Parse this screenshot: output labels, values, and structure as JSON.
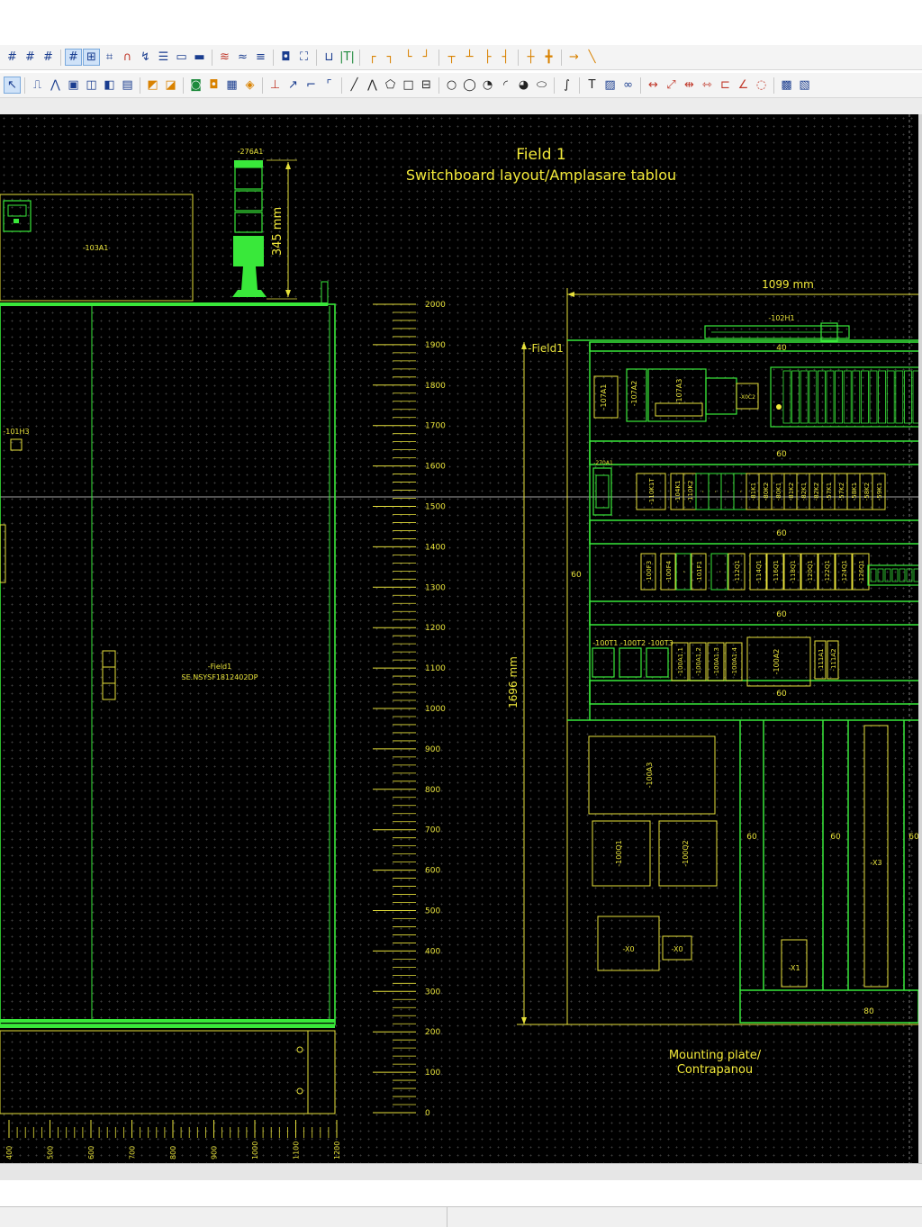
{
  "drawing": {
    "title": "Field 1",
    "subtitle": "Switchboard layout/Amplasare tablou",
    "mounting_plate_line1": "Mounting plate/",
    "mounting_plate_line2": "Contrapanou",
    "dim_width": "1099 mm",
    "dim_height": "1696 mm",
    "dim_light": "345 mm",
    "field_label": "-Field1",
    "enclosure_name": "-Field1",
    "enclosure_part": "SE.NSYSF1812402DP",
    "tag_276a1": "-276A1",
    "tag_103a1": "-103A1",
    "tag_101h3": "-101H3",
    "tag_102h1": "-102H1",
    "tag_107a1": "-107A1",
    "tag_107a2": "-107A2",
    "tag_107a3": "-107A3",
    "tag_x0c2": "-X0C2",
    "tag_270a1": "-270A1",
    "tag_100t": "-100T1 -100T2 -100T3",
    "tag_100a3": "-100A3",
    "tag_100q1": "-100Q1",
    "tag_100q2": "-100Q2",
    "tag_x0_a": "-X0",
    "tag_x0_b": "-X0",
    "tag_x1": "-X1",
    "tag_x3": "-X3",
    "tag_100a2": "-100A2",
    "duct_labels": [
      "40",
      "60",
      "60",
      "60",
      "60"
    ],
    "duct_side": "60",
    "vduct_labels": [
      "60",
      "60",
      "60"
    ],
    "bottom_duct": "80",
    "relays": [
      "-110K1T",
      "-104K1",
      "-110K2",
      "-",
      "-",
      "-",
      "-",
      "-81K1",
      "-80K2",
      "-80K1",
      "-81K2",
      "-82K1",
      "-82K2",
      "-57K1",
      "-57K2",
      "-58K1",
      "-58K2",
      "-59K1"
    ],
    "breakers": [
      "-100F3",
      "-100F4",
      "-",
      "-101F1",
      "-",
      "-112Q1",
      "-114Q1",
      "-116Q1",
      "-118Q1",
      "-120Q1",
      "-122Q1",
      "-124Q1",
      "-126Q1"
    ],
    "modules": [
      "-100A1.1",
      "-100A1.2",
      "-100A1.3",
      "-100A1.4"
    ],
    "right_modules": [
      "-111A1",
      "-111A2"
    ],
    "ruler_v": [
      "2000",
      "1900",
      "1800",
      "1700",
      "1600",
      "1500",
      "1400",
      "1300",
      "1200",
      "1100",
      "1000",
      "900",
      "800",
      "700",
      "600",
      "500",
      "400",
      "300",
      "200",
      "100",
      "0"
    ],
    "ruler_h": [
      "400",
      "500",
      "600",
      "700",
      "800",
      "900",
      "1000",
      "1100",
      "1200"
    ]
  }
}
